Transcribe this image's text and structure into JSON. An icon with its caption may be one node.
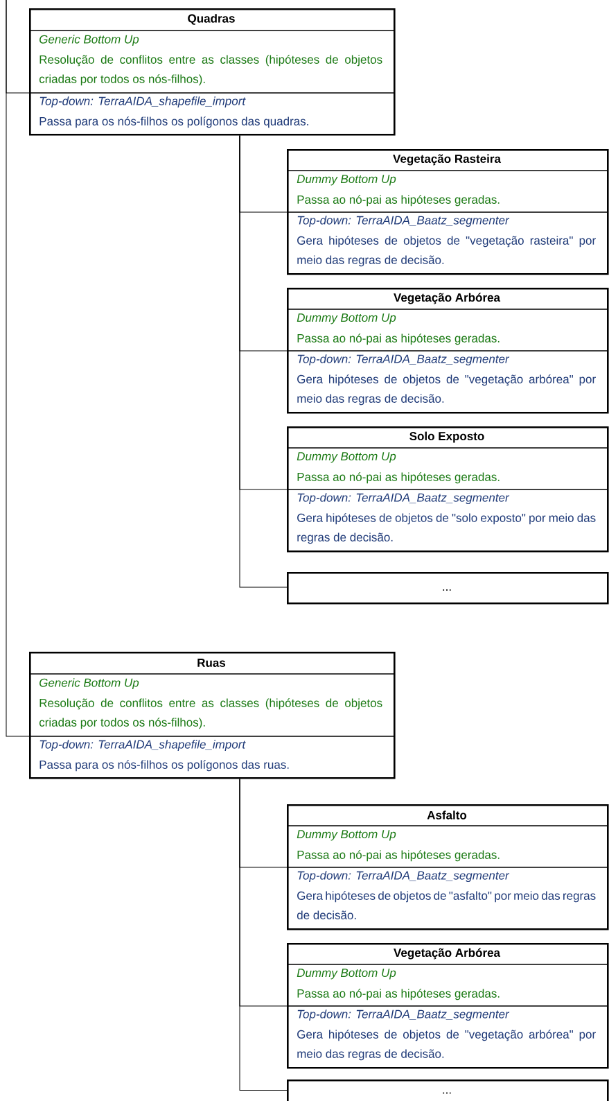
{
  "diagram": {
    "nodes": [
      {
        "text": [
          "Quadras",
          "Generic Bottom Up",
          "Resolução de conflitos entre as classes (hipóteses de objetos criadas por todos os nós-filhos).",
          "Top-down: TerraAIDA_shapefile_import",
          "Passa para os nós-filhos os polígonos das quadras."
        ]
      },
      {
        "text": [
          "Vegetação Rasteira",
          "Dummy Bottom Up",
          "Passa ao nó-pai as hipóteses geradas.",
          "Top-down: TerraAIDA_Baatz_segmenter",
          "Gera hipóteses de objetos de \"vegetação rasteira\" por meio das regras de decisão."
        ]
      },
      {
        "text": [
          "Vegetação Arbórea",
          "Dummy Bottom Up",
          "Passa ao nó-pai as hipóteses geradas.",
          "Top-down: TerraAIDA_Baatz_segmenter",
          "Gera hipóteses de objetos de \"vegetação arbórea\" por meio das regras de decisão."
        ]
      },
      {
        "text": [
          "Solo Exposto",
          "Dummy Bottom Up",
          "Passa ao nó-pai as hipóteses geradas.",
          "Top-down: TerraAIDA_Baatz_segmenter",
          "Gera hipóteses de objetos de \"solo exposto\" por meio das regras de decisão."
        ]
      },
      {
        "text": [
          "..."
        ]
      },
      {
        "text": [
          "Ruas",
          "Generic Bottom Up",
          "Resolução de conflitos entre as classes (hipóteses de objetos criadas por todos os nós-filhos).",
          "Top-down: TerraAIDA_shapefile_import",
          "Passa para os nós-filhos os polígonos das ruas."
        ]
      },
      {
        "text": [
          "Asfalto",
          "Dummy Bottom Up",
          "Passa ao nó-pai as hipóteses geradas.",
          "Top-down: TerraAIDA_Baatz_segmenter",
          "Gera hipóteses de objetos de \"asfalto\" por meio das regras de decisão."
        ]
      },
      {
        "text": [
          "Vegetação Arbórea",
          "Dummy Bottom Up",
          "Passa ao nó-pai as hipóteses geradas.",
          "Top-down: TerraAIDA_Baatz_segmenter",
          "Gera hipóteses de objetos de \"vegetação arbórea\" por meio das regras de decisão."
        ]
      },
      {
        "text": [
          "..."
        ]
      }
    ],
    "edges": [
      {
        "from": null,
        "to": 0,
        "arrow": "none"
      },
      {
        "from": 0,
        "to": 1,
        "arrow": "none"
      },
      {
        "from": 0,
        "to": 2,
        "arrow": "none"
      },
      {
        "from": 0,
        "to": 3,
        "arrow": "none"
      },
      {
        "from": 0,
        "to": 4,
        "arrow": "none"
      },
      {
        "from": null,
        "to": 5,
        "arrow": "none"
      },
      {
        "from": 5,
        "to": 6,
        "arrow": "none"
      },
      {
        "from": 5,
        "to": 7,
        "arrow": "none"
      },
      {
        "from": 5,
        "to": 8,
        "arrow": "none"
      }
    ]
  }
}
